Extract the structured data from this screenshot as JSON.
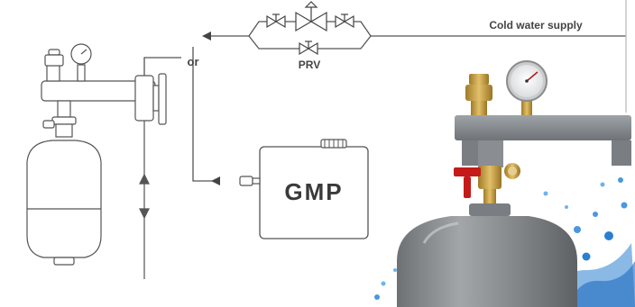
{
  "diagram": {
    "supply_label": "Cold water supply",
    "prv_label": "PRV",
    "or_label": "or",
    "brand_logo": "GMP"
  },
  "icons": [
    "expansion-vessel-icon",
    "pressure-gauge-icon",
    "air-vent-valve-icon",
    "gate-valve-icon",
    "non-return-valve-icon",
    "pressure-reducing-valve-icon",
    "flow-arrow-icon",
    "gmp-tank-icon",
    "water-splash-icon"
  ],
  "colors": {
    "line": "#555555",
    "text": "#444444",
    "vessel_grey": "#8a8d90",
    "valve_red": "#c41a1a",
    "brass": "#c8a24a",
    "water_blue": "#2a7fd0"
  }
}
